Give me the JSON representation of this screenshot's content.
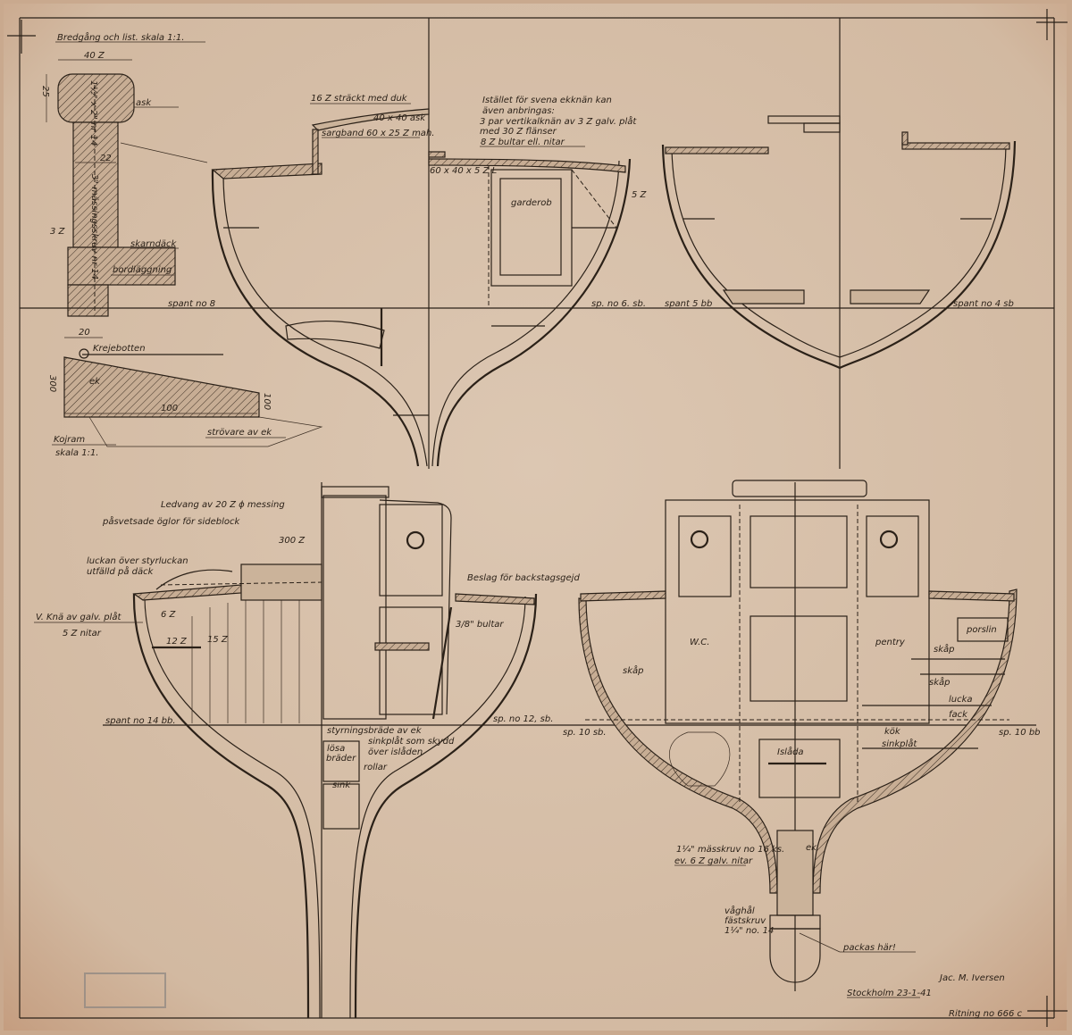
{
  "detail_rail": {
    "title": "Bredgång och list. skala 1:1.",
    "dim_width": "40 Z",
    "dim_height": "25",
    "material_top": "ask",
    "screw_top": "1½\" x 2\" nr 14",
    "dim_post": "22",
    "screw_long": "3\" mässingsskruv nr 14",
    "dim_gap": "3 Z",
    "label_deck": "skarndäck",
    "label_planking": "bordläggning"
  },
  "detail_bunk": {
    "dim_top": "20",
    "label_bolt": "Krejebotten",
    "material": "ek",
    "dim_height": "300",
    "dim_inner": "100",
    "dim_end": "100",
    "label_strut": "strövare av ek",
    "title": "Kojram",
    "scale": "skala 1:1."
  },
  "section_upper_left": {
    "note_roof": "16 Z sträckt med duk",
    "note_beam": "40 x 40 ask",
    "note_sheer": "sargband 60 x 25 Z mah.",
    "note_knee_1": "Istället för svena ekknän kan",
    "note_knee_2": "även anbringas:",
    "note_knee_3": "3 par vertikalknän av 3 Z galv. plåt",
    "note_knee_4": "med 30 Z flänser",
    "note_knee_5": "8 Z bultar ell. nitar",
    "note_angle": "60 x 40 x 5 Z L",
    "label_wardrobe": "garderob",
    "dim_side": "5 Z",
    "frame_left": "spant no 8",
    "frame_right": "sp. no 6. sb."
  },
  "section_upper_right": {
    "frame_left": "spant 5 bb",
    "frame_right": "spant no 4 sb"
  },
  "section_lower_left": {
    "note_rail": "Ledvang av 20 Z ϕ messing",
    "note_eyes": "påsvetsade öglor för sideblock",
    "dim_coaming": "300 Z",
    "note_hatch_1": "luckan över styrluckan",
    "note_hatch_2": "utfälld på däck",
    "note_fitting": "Beslag för backstagsgejd",
    "dim_knee": "6 Z",
    "note_knee": "V. Knä av galv. plåt",
    "note_rivets": "5 Z nitar",
    "dim_a": "12 Z",
    "dim_b": "15 Z",
    "note_bolts": "3/8\" bultar",
    "frame_left": "spant no 14 bb.",
    "note_board": "styrningsbräde av ek",
    "note_zinc_1": "sinkplåt som skydd",
    "note_zinc_2": "över islåden",
    "note_loose_1": "lösa",
    "note_loose_2": "bräder",
    "note_rollers": "rollar",
    "note_sink": "sink",
    "frame_right": "sp. no 12, sb."
  },
  "section_lower_right": {
    "frame_left": "sp. 10 sb.",
    "frame_right": "sp. 10 bb",
    "label_wc": "W.C.",
    "label_locker_left": "skåp",
    "label_pantry": "pentry",
    "label_china": "porslin",
    "label_locker_1": "skåp",
    "label_locker_2": "skåp",
    "label_lid": "lucka",
    "label_compartment": "fack",
    "label_galley": "kök",
    "label_zinc": "sinkplåt",
    "label_icebox": "Islåda",
    "label_keel_material": "ek",
    "note_screw_1": "1¼\" mässkruv no 16 ks.",
    "note_screw_2": "ev. 6 Z galv. nitar",
    "note_bolt_1": "våghål",
    "note_bolt_2": "fästskruv",
    "note_bolt_3": "1¼\" no. 14",
    "note_pack": "packas här!"
  },
  "title_block": {
    "signature": "Jac. M. Iversen",
    "place_date": "Stockholm 23-1-41",
    "drawing_no": "Ritning no 666 c",
    "stamp": ""
  },
  "colors": {
    "paper": "#d8c1aa",
    "ink": "#2b2118",
    "edge": "#c29a7c"
  }
}
